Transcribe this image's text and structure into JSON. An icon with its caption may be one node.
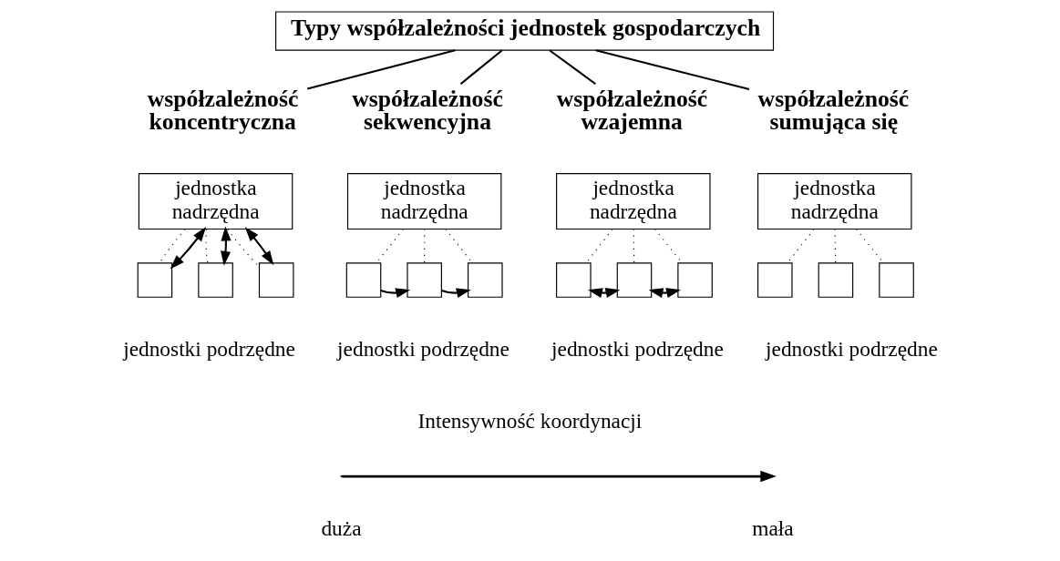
{
  "diagram": {
    "nodes": [
      {
        "text": [
          "Typy współzależności jednostek gospodarczych"
        ]
      },
      {
        "text": [
          "współzależność koncentryczna"
        ]
      },
      {
        "text": [
          "współzależność sekwencyjna"
        ]
      },
      {
        "text": [
          "współzależność wzajemna"
        ]
      },
      {
        "text": [
          "współzależność sumująca się"
        ]
      },
      {
        "text": [
          "jednostka nadrzędna"
        ]
      },
      {
        "text": [],
        "shape": "box"
      },
      {
        "text": [],
        "shape": "box"
      },
      {
        "text": [],
        "shape": "box"
      },
      {
        "text": [
          "jednostka nadrzędna"
        ]
      },
      {
        "text": [],
        "shape": "box"
      },
      {
        "text": [],
        "shape": "box"
      },
      {
        "text": [],
        "shape": "box"
      },
      {
        "text": [
          "jednostka nadrzędna"
        ]
      },
      {
        "text": [],
        "shape": "box"
      },
      {
        "text": [],
        "shape": "box"
      },
      {
        "text": [],
        "shape": "box"
      },
      {
        "text": [
          "jednostka nadrzędna"
        ]
      },
      {
        "text": [],
        "shape": "box"
      },
      {
        "text": [],
        "shape": "box"
      },
      {
        "text": [],
        "shape": "box"
      }
    ],
    "edges": [
      {
        "from": 0,
        "to": 1,
        "arrow": "none"
      },
      {
        "from": 0,
        "to": 2,
        "arrow": "none"
      },
      {
        "from": 0,
        "to": 3,
        "arrow": "none"
      },
      {
        "from": 0,
        "to": 4,
        "arrow": "none"
      },
      {
        "from": 5,
        "to": 6,
        "arrow": "none",
        "style": "dashed"
      },
      {
        "from": 5,
        "to": 7,
        "arrow": "none",
        "style": "dashed"
      },
      {
        "from": 5,
        "to": 8,
        "arrow": "none",
        "style": "dashed"
      },
      {
        "from": 5,
        "to": 6,
        "arrow": "both"
      },
      {
        "from": 5,
        "to": 7,
        "arrow": "both"
      },
      {
        "from": 5,
        "to": 8,
        "arrow": "both"
      },
      {
        "from": 9,
        "to": 10,
        "arrow": "none",
        "style": "dashed"
      },
      {
        "from": 9,
        "to": 11,
        "arrow": "none",
        "style": "dashed"
      },
      {
        "from": 9,
        "to": 12,
        "arrow": "none",
        "style": "dashed"
      },
      {
        "from": 10,
        "to": 11,
        "arrow": "to"
      },
      {
        "from": 11,
        "to": 12,
        "arrow": "to"
      },
      {
        "from": 13,
        "to": 14,
        "arrow": "none",
        "style": "dashed"
      },
      {
        "from": 13,
        "to": 15,
        "arrow": "none",
        "style": "dashed"
      },
      {
        "from": 13,
        "to": 16,
        "arrow": "none",
        "style": "dashed"
      },
      {
        "from": 14,
        "to": 15,
        "arrow": "both"
      },
      {
        "from": 15,
        "to": 16,
        "arrow": "both"
      },
      {
        "from": 17,
        "to": 18,
        "arrow": "none",
        "style": "dashed"
      },
      {
        "from": 17,
        "to": 19,
        "arrow": "none",
        "style": "dashed"
      },
      {
        "from": 17,
        "to": 20,
        "arrow": "none",
        "style": "dashed"
      }
    ],
    "labels": [
      "jednostki podrzędne",
      "jednostki podrzędne",
      "jednostki podrzędne",
      "jednostki podrzędne",
      "Intensywność koordynacji",
      "duża",
      "mała"
    ]
  }
}
